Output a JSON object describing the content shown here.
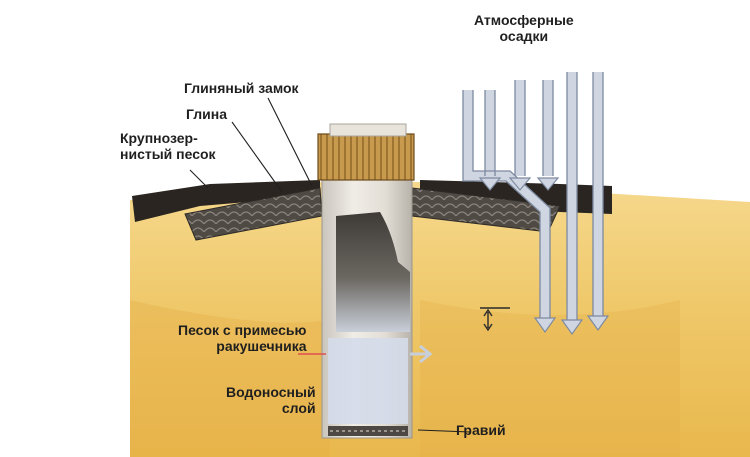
{
  "labels": {
    "precipitation": [
      "Атмосферные",
      "осадки"
    ],
    "clay_lock": "Глиняный замок",
    "clay": "Глина",
    "coarse_sand": [
      "Крупнозер-",
      "нистый песок"
    ],
    "shell_sand": [
      "Песок с примесью",
      "ракушечника"
    ],
    "aquifer": [
      "Водоносный",
      "слой"
    ],
    "gravel": "Гравий"
  },
  "colors": {
    "sky": "#ffffff",
    "soil_light": "#f1d07a",
    "soil_dark": "#e0a93a",
    "topsoil": "#2a2520",
    "clay_lock": "#4a4540",
    "well_shaft": "#d8d4cc",
    "well_interior": "#5a5650",
    "water": "#c8d6ec",
    "lid": "#c99a4a",
    "arrow": "#d4dbe6",
    "marker": "#e05050"
  }
}
